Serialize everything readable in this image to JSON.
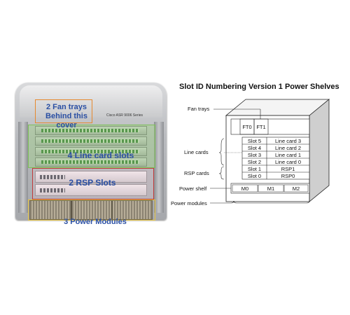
{
  "photo": {
    "brand": "Cisco ASR 9006 Series",
    "labels": {
      "fan_trays_line1": "2 Fan trays",
      "fan_trays_line2": "Behind this cover",
      "line_cards": "4 Line card slots",
      "rsp": "2 RSP Slots",
      "power": "3 Power Modules"
    },
    "colors": {
      "label": "#2a4fa3",
      "fan_box": "#e6892e",
      "line_box": "#7dbf5a",
      "rsp_box": "#c13b3b",
      "power_box": "#e6c23a"
    }
  },
  "diagram": {
    "title": "Slot ID Numbering Version 1 Power Shelves",
    "callouts": {
      "fan_trays": "Fan trays",
      "line_cards": "Line cards",
      "rsp_cards": "RSP cards",
      "power_shelf": "Power shelf",
      "power_modules": "Power modules"
    },
    "fans": [
      "FT0",
      "FT1"
    ],
    "slots": [
      {
        "slot": "Slot 5",
        "card": "Line card 3"
      },
      {
        "slot": "Slot 4",
        "card": "Line card 2"
      },
      {
        "slot": "Slot 3",
        "card": "Line card 1"
      },
      {
        "slot": "Slot 2",
        "card": "Line card 0"
      },
      {
        "slot": "Slot 1",
        "card": "RSP1"
      },
      {
        "slot": "Slot 0",
        "card": "RSP0"
      }
    ],
    "power": [
      "M0",
      "M1",
      "M2"
    ]
  }
}
